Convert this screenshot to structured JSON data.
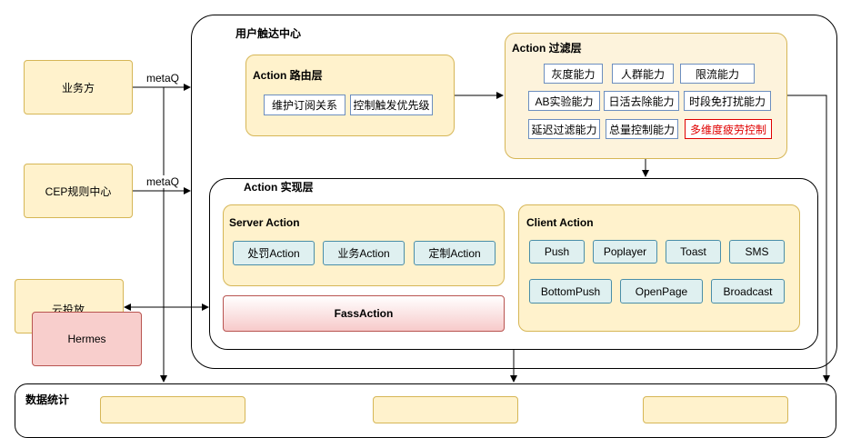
{
  "outer": {
    "title": "用户触达中心"
  },
  "sources": {
    "biz": "业务方",
    "cep": "CEP规则中心",
    "cloud": "云投放",
    "hermes": "Hermes",
    "edge_label_1": "metaQ",
    "edge_label_2": "metaQ"
  },
  "routing": {
    "title": "Action 路由层",
    "items": [
      "维护订阅关系",
      "控制触发优先级"
    ]
  },
  "filter": {
    "title": "Action 过滤层",
    "rows": [
      [
        "灰度能力",
        "人群能力",
        "限流能力"
      ],
      [
        "AB实验能力",
        "日活去除能力",
        "时段免打扰能力"
      ],
      [
        "延迟过滤能力",
        "总量控制能力",
        "多维度疲劳控制"
      ]
    ],
    "highlight_color": "#e00000"
  },
  "impl": {
    "title": "Action 实现层",
    "server": {
      "title": "Server Action",
      "items": [
        "处罚Action",
        "业务Action",
        "定制Action"
      ]
    },
    "fass": "FassAction",
    "client": {
      "title": "Client Action",
      "row1": [
        "Push",
        "Poplayer",
        "Toast",
        "SMS"
      ],
      "row2": [
        "BottomPush",
        "OpenPage",
        "Broadcast"
      ]
    }
  },
  "stats": {
    "title": "数据统计"
  }
}
